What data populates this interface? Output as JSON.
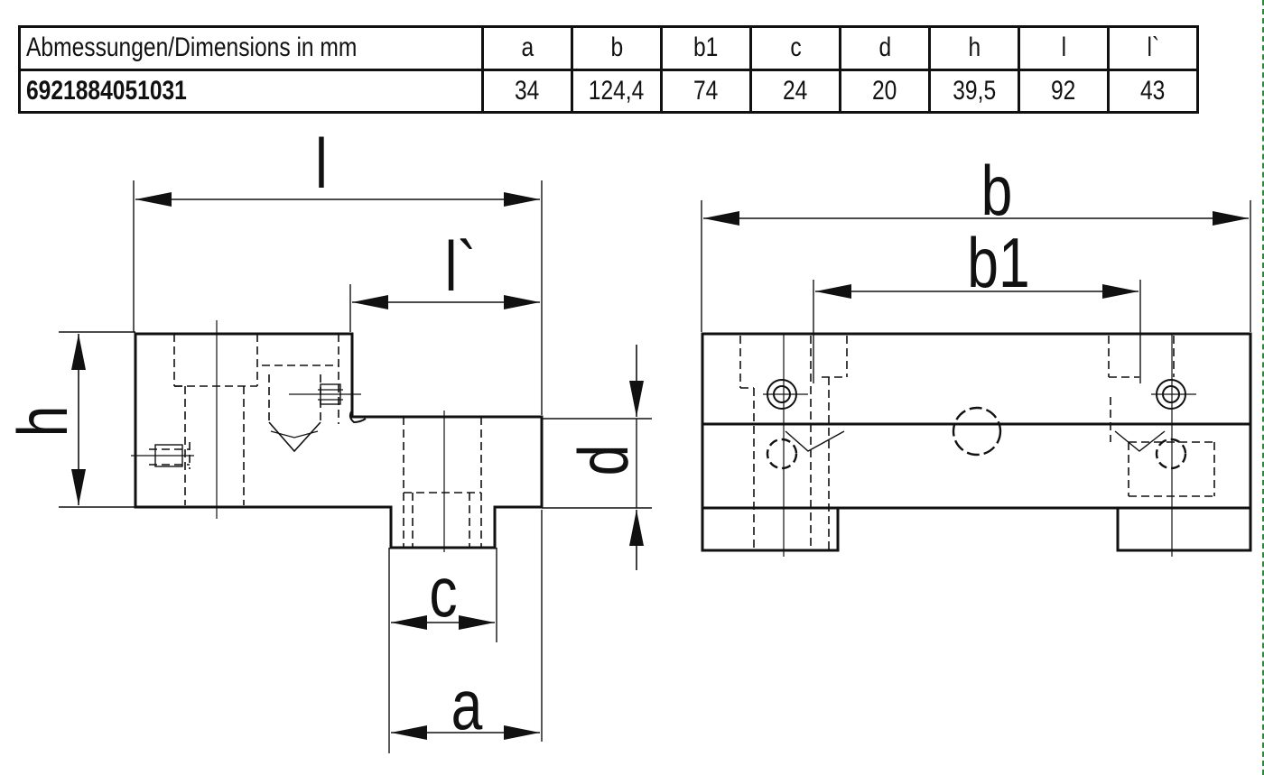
{
  "table": {
    "headers": [
      "Abmessungen/Dimensions in mm",
      "a",
      "b",
      "b1",
      "c",
      "d",
      "h",
      "l",
      "l`"
    ],
    "rows": [
      [
        "6921884051031",
        "34",
        "124,4",
        "74",
        "24",
        "20",
        "39,5",
        "92",
        "43"
      ]
    ]
  },
  "labels": {
    "l": "l",
    "l_prime": "l`",
    "h": "h",
    "d": "d",
    "c": "c",
    "a": "a",
    "b": "b",
    "b1": "b1"
  },
  "colors": {
    "line": "#111111",
    "edge_marker": "#2a8a3a"
  }
}
